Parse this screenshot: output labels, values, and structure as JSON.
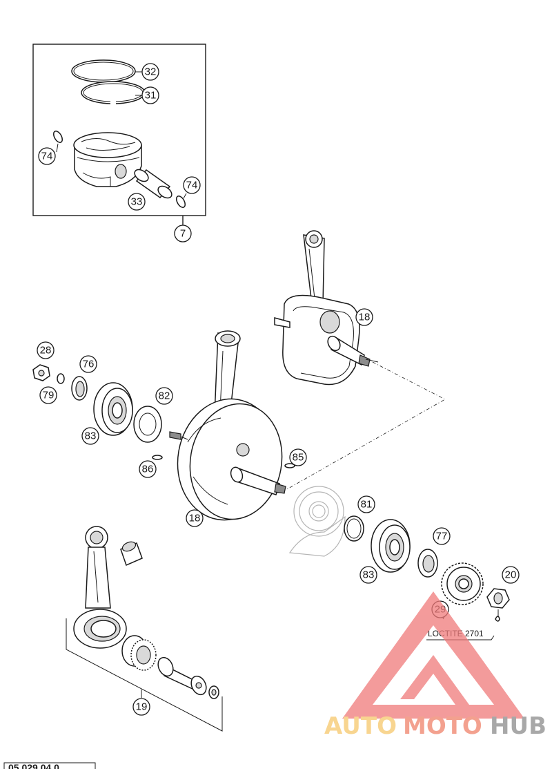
{
  "diagram": {
    "callouts": {
      "c32": "32",
      "c31": "31",
      "c74a": "74",
      "c74b": "74",
      "c33": "33",
      "c7": "7",
      "c18a": "18",
      "c28": "28",
      "c76": "76",
      "c79": "79",
      "c82": "82",
      "c83a": "83",
      "c86": "86",
      "c85": "85",
      "c18b": "18",
      "c81": "81",
      "c77": "77",
      "c83b": "83",
      "c20": "20",
      "c29": "29",
      "c19": "19"
    },
    "loctite_label": "LOCTITE 2701",
    "footer_code": "05.029.04.0"
  },
  "watermark": {
    "word_auto": "AUTO",
    "word_moto": "MOTO",
    "word_hub": "HUB",
    "color_auto": "#f6c86c",
    "color_moto": "#f0826a",
    "color_hub": "#8c8c8c",
    "color_triangle": "#f07a7a"
  }
}
